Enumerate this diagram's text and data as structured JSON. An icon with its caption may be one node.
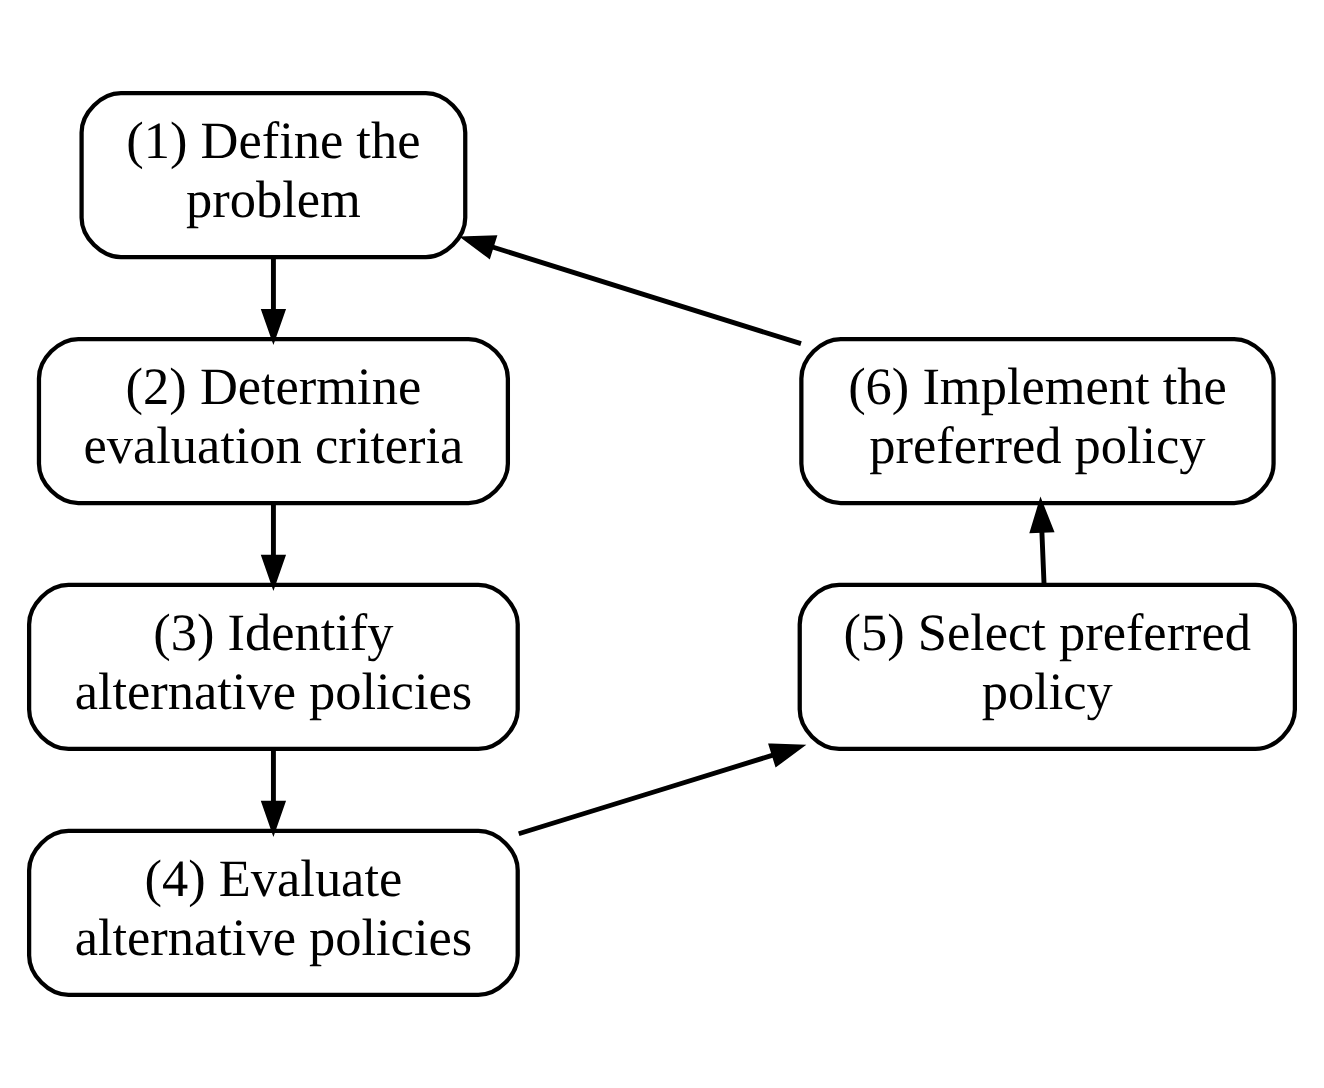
{
  "diagram": {
    "nodes": [
      {
        "text": [
          "(1) Define the problem"
        ]
      },
      {
        "text": [
          "(2) Determine evaluation criteria"
        ]
      },
      {
        "text": [
          "(3) Identify alternative policies"
        ]
      },
      {
        "text": [
          "(4) Evaluate alternative policies"
        ]
      },
      {
        "text": [
          "(5) Select preferred policy"
        ]
      },
      {
        "text": [
          "(6) Implement the preferred policy"
        ]
      }
    ],
    "edges": [
      {
        "from": 0,
        "to": 1,
        "arrow": "to"
      },
      {
        "from": 1,
        "to": 2,
        "arrow": "to"
      },
      {
        "from": 2,
        "to": 3,
        "arrow": "to"
      },
      {
        "from": 3,
        "to": 4,
        "arrow": "to"
      },
      {
        "from": 4,
        "to": 5,
        "arrow": "to"
      },
      {
        "from": 5,
        "to": 0,
        "arrow": "to"
      }
    ]
  }
}
